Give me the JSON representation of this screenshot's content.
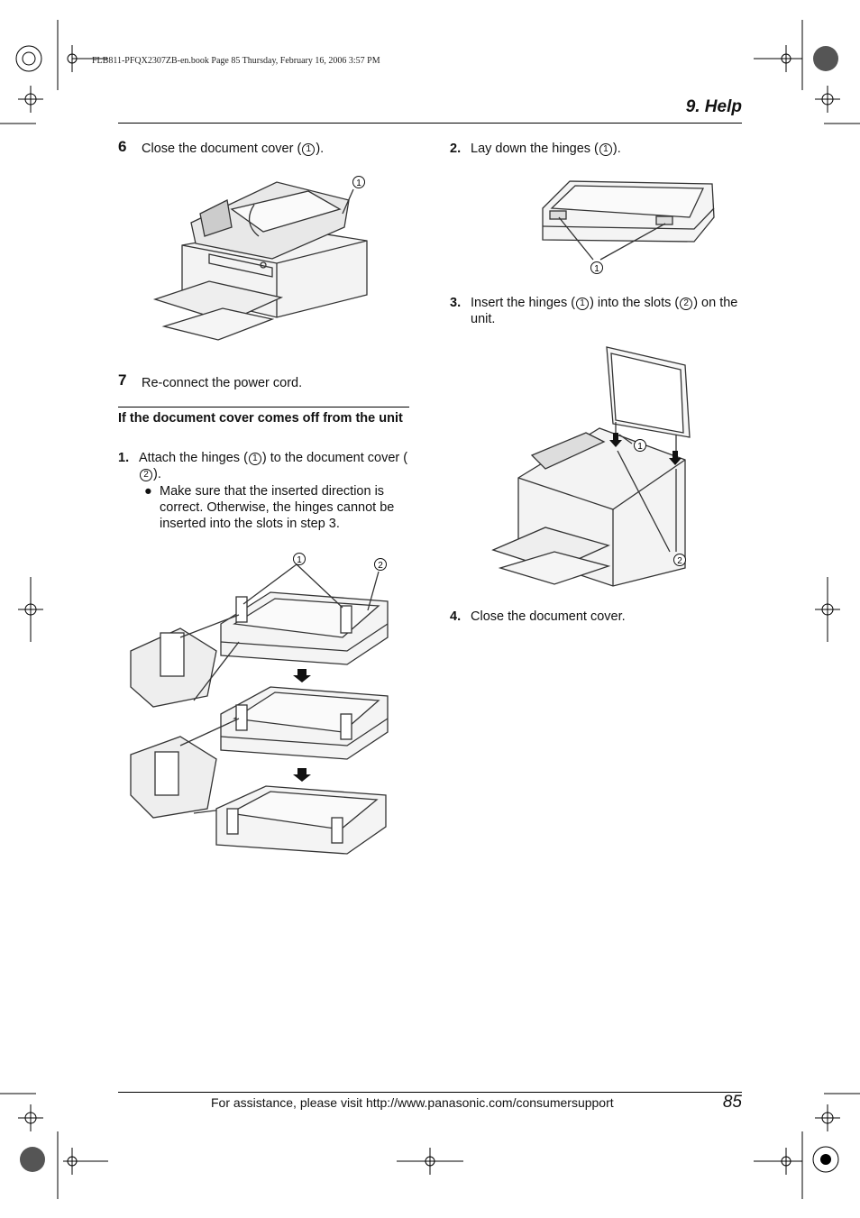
{
  "header": {
    "print_info": "FLB811-PFQX2307ZB-en.book  Page 85  Thursday, February 16, 2006  3:57 PM",
    "section_title": "9. Help"
  },
  "left": {
    "step6": {
      "num": "6",
      "pre": "Close the document cover (",
      "marker": "1",
      "post": ")."
    },
    "step7": {
      "num": "7",
      "text": "Re-connect the power cord."
    },
    "subhead": "If the document cover comes off from the unit",
    "item1": {
      "num": "1.",
      "pre": "Attach the hinges (",
      "m1": "1",
      "mid": ") to the document cover (",
      "m2": "2",
      "post": ").",
      "bullet": "Make sure that the inserted direction is correct. Otherwise, the hinges cannot be inserted into the slots in step 3."
    },
    "fig_markers": [
      "1",
      "2"
    ]
  },
  "right": {
    "item2": {
      "num": "2.",
      "pre": "Lay down the hinges (",
      "marker": "1",
      "post": ")."
    },
    "item3": {
      "num": "3.",
      "pre": "Insert the hinges (",
      "m1": "1",
      "mid": ") into the slots (",
      "m2": "2",
      "post": ") on the unit."
    },
    "item4": {
      "num": "4.",
      "text": "Close the document cover."
    },
    "fig_markers": [
      "1",
      "2"
    ]
  },
  "footer": {
    "assist": "For assistance, please visit http://www.panasonic.com/consumersupport",
    "page_number": "85"
  }
}
